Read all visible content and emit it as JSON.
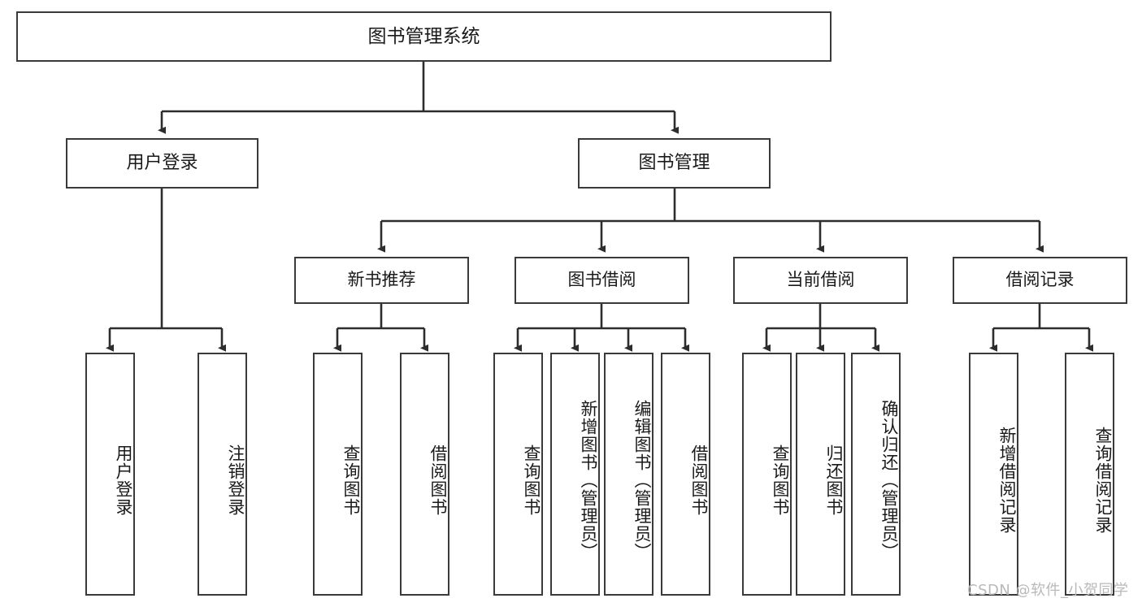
{
  "diagram": {
    "type": "tree-hierarchy",
    "title": "图书管理系统",
    "root": {
      "label": "图书管理系统"
    },
    "level2": [
      {
        "id": "user-login",
        "label": "用户登录"
      },
      {
        "id": "book-management",
        "label": "图书管理"
      }
    ],
    "level3": [
      {
        "id": "new-book-recommend",
        "label": "新书推荐",
        "parent": "book-management"
      },
      {
        "id": "book-borrow",
        "label": "图书借阅",
        "parent": "book-management"
      },
      {
        "id": "current-borrow",
        "label": "当前借阅",
        "parent": "book-management"
      },
      {
        "id": "borrow-record",
        "label": "借阅记录",
        "parent": "book-management"
      }
    ],
    "leaves": [
      {
        "id": "leaf-user-login",
        "label": "用户登录",
        "parent": "user-login"
      },
      {
        "id": "leaf-user-logout",
        "label": "注销登录",
        "parent": "user-login"
      },
      {
        "id": "leaf-query-book-1",
        "label": "查询图书",
        "parent": "new-book-recommend"
      },
      {
        "id": "leaf-borrow-book-1",
        "label": "借阅图书",
        "parent": "new-book-recommend"
      },
      {
        "id": "leaf-query-book-2",
        "label": "查询图书",
        "parent": "book-borrow"
      },
      {
        "id": "leaf-add-book",
        "label": "新增图书（管理员）",
        "parent": "book-borrow"
      },
      {
        "id": "leaf-edit-book",
        "label": "编辑图书（管理员）",
        "parent": "book-borrow"
      },
      {
        "id": "leaf-borrow-book-2",
        "label": "借阅图书",
        "parent": "book-borrow"
      },
      {
        "id": "leaf-query-book-3",
        "label": "查询图书",
        "parent": "current-borrow"
      },
      {
        "id": "leaf-return-book",
        "label": "归还图书",
        "parent": "current-borrow"
      },
      {
        "id": "leaf-confirm-return",
        "label": "确认归还（管理员）",
        "parent": "current-borrow"
      },
      {
        "id": "leaf-add-record",
        "label": "新增借阅记录",
        "parent": "borrow-record"
      },
      {
        "id": "leaf-query-record",
        "label": "查询借阅记录",
        "parent": "borrow-record"
      }
    ]
  },
  "watermark": {
    "text": "CSDN @软件_小贺同学"
  },
  "colors": {
    "box_border": "#3a3a3a",
    "box_fill": "#ffffff",
    "connector": "#2d2d2d",
    "text": "#1a1a1a",
    "watermark": "#b9b9b9",
    "background": "#ffffff"
  }
}
